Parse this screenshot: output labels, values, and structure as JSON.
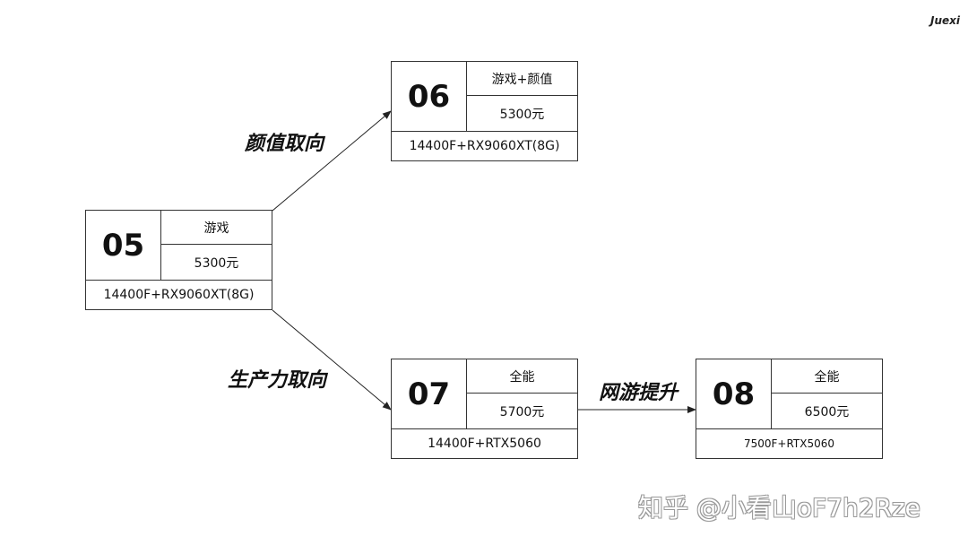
{
  "brand": "Juexi",
  "nodes": {
    "n05": {
      "id": "05",
      "tag": "游戏",
      "price": "5300元",
      "config": "14400F+RX9060XT(8G)"
    },
    "n06": {
      "id": "06",
      "tag": "游戏+颜值",
      "price": "5300元",
      "config": "14400F+RX9060XT(8G)"
    },
    "n07": {
      "id": "07",
      "tag": "全能",
      "price": "5700元",
      "config": "14400F+RTX5060"
    },
    "n08": {
      "id": "08",
      "tag": "全能",
      "price": "6500元",
      "config": "7500F+RTX5060"
    }
  },
  "edges": {
    "to06": "颜值取向",
    "to07": "生产力取向",
    "to08": "网游提升"
  },
  "watermark": "知乎 @小看山oF7h2Rze",
  "colors": {
    "line": "#333333",
    "text": "#111111",
    "background": "#ffffff"
  }
}
